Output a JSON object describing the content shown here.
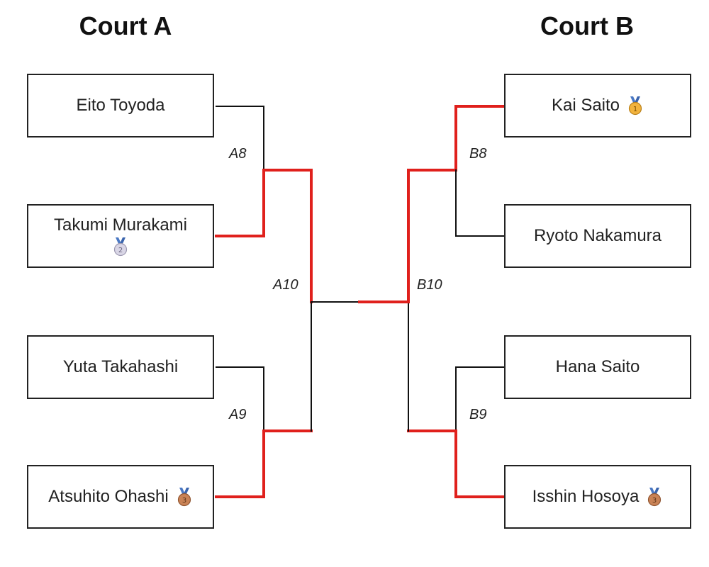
{
  "courts": {
    "a": {
      "title": "Court A"
    },
    "b": {
      "title": "Court B"
    }
  },
  "players": {
    "a1": {
      "name": "Eito Toyoda"
    },
    "a2": {
      "name": "Takumi Murakami",
      "medal": "2"
    },
    "a3": {
      "name": "Yuta Takahashi"
    },
    "a4": {
      "name": "Atsuhito Ohashi",
      "medal": "3"
    },
    "b1": {
      "name": "Kai Saito",
      "medal": "1"
    },
    "b2": {
      "name": "Ryoto Nakamura"
    },
    "b3": {
      "name": "Hana Saito"
    },
    "b4": {
      "name": "Isshin Hosoya",
      "medal": "3"
    }
  },
  "matches": {
    "a8": "A8",
    "a9": "A9",
    "a10": "A10",
    "b8": "B8",
    "b9": "B9",
    "b10": "B10"
  },
  "colors": {
    "winner_line": "#e0201c",
    "line": "#111111",
    "gold": "#f2b33d",
    "silver": "#d9d6e6",
    "bronze": "#c98255",
    "ribbon": "#4a78c4"
  }
}
